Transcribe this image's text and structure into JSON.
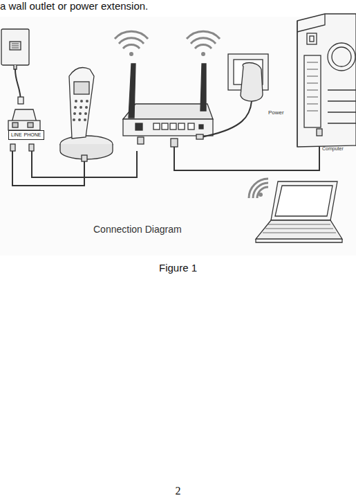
{
  "diagram": {
    "title": "Connection Diagram",
    "caption": "Figure 1",
    "nodes": [
      {
        "text": [
          "LINE",
          "PHONE"
        ]
      }
    ],
    "labels": [
      "a wall outlet or power extension.",
      "Power",
      "Computer",
      "2"
    ]
  }
}
